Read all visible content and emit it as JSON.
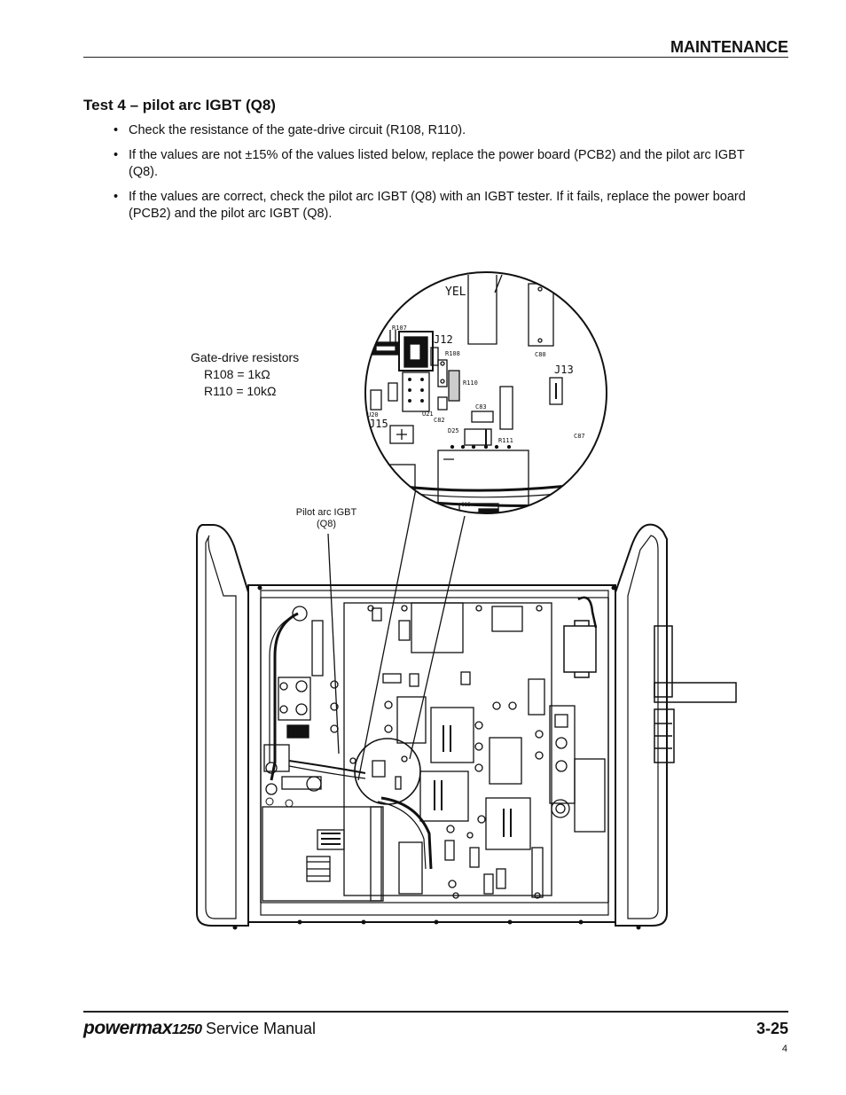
{
  "header": {
    "section": "MAINTENANCE"
  },
  "title": "Test 4 – pilot arc IGBT (Q8)",
  "bullets": [
    "Check the resistance of the gate-drive circuit (R108, R110).",
    "If the values are not ±15% of the values listed below, replace the power board (PCB2) and the pilot arc IGBT (Q8).",
    "If the values are correct, check the pilot arc IGBT (Q8) with an IGBT tester. If it fails, replace the power board (PCB2) and the pilot arc IGBT (Q8)."
  ],
  "figure": {
    "callout_gate": {
      "label": "Gate-drive resistors",
      "r108": "R108 = 1kΩ",
      "r110": "R110 = 10kΩ"
    },
    "callout_igbt": {
      "line1": "Pilot arc IGBT",
      "line2": "(Q8)"
    },
    "pcb_labels": {
      "yel": "YEL",
      "j12": "J12",
      "j13": "J13",
      "j15": "J15",
      "r107": "R107",
      "r108": "R108",
      "r110": "R110",
      "r111": "R111",
      "c80": "C80",
      "c82": "C82",
      "c83": "C83",
      "c87": "C87",
      "c85": "C85",
      "d25": "D25",
      "u20": "U20",
      "u21": "U21"
    }
  },
  "footer": {
    "brand": "powermax",
    "model": "1250",
    "manual": "Service Manual",
    "page": "3-25",
    "seq": "4"
  }
}
